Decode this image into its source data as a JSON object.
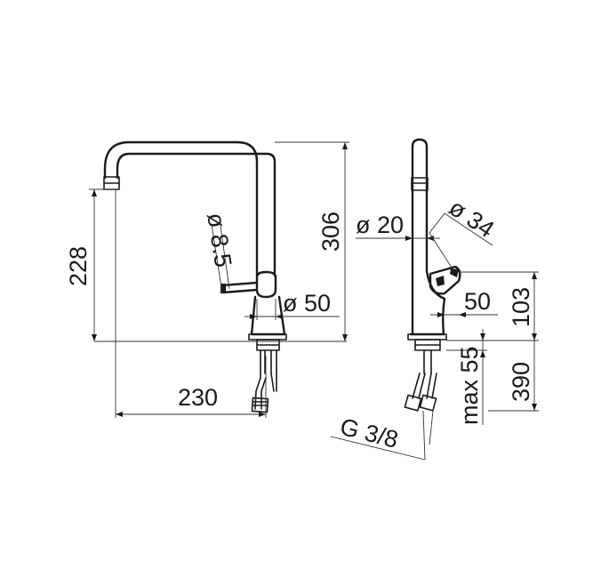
{
  "labels": {
    "h_228": "228",
    "h_306": "306",
    "w_230": "230",
    "d_8_5": "ø 8.5",
    "d_50": "ø 50",
    "d_20": "ø 20",
    "d_34": "ø 34",
    "h_50": "50",
    "h_103": "103",
    "h_max55": "max 55",
    "h_390": "390",
    "thread": "G 3/8"
  }
}
